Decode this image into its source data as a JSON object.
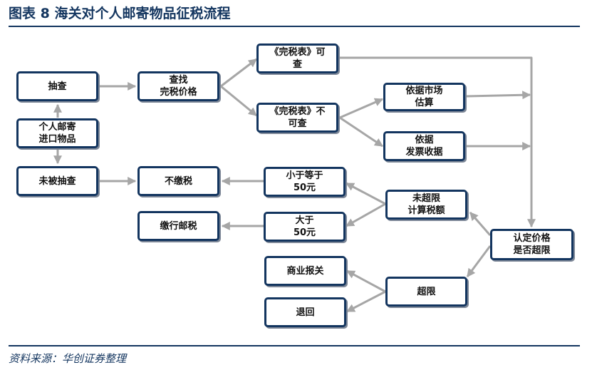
{
  "figure": {
    "title": "图表 8 海关对个人邮寄物品征税流程",
    "source": "资料来源：华创证券整理",
    "colors": {
      "box_border": "#13355f",
      "arrow": "#a6a6a6",
      "title": "#13355f"
    }
  },
  "nodes": {
    "choucha": "抽查",
    "geren": "个人邮寄\n进口物品",
    "weibei": "未被抽查",
    "chazhao": "查找\n完税价格",
    "wanshui_kecha": "《完税表》可\n查",
    "wanshui_bukecha": "《完税表》不\n可查",
    "shichang": "依据市场\n估算",
    "fapiao": "依据\n发票收据",
    "bujiao": "不缴税",
    "jiaoxing": "缴行邮税",
    "xiaoyu": "小于等于\n50元",
    "dayu": "大于\n50元",
    "weichaoxian": "未超限\n计算税额",
    "rending": "认定价格\n是否超限",
    "shangye": "商业报关",
    "tuihui": "退回",
    "chaoxian": "超限"
  }
}
